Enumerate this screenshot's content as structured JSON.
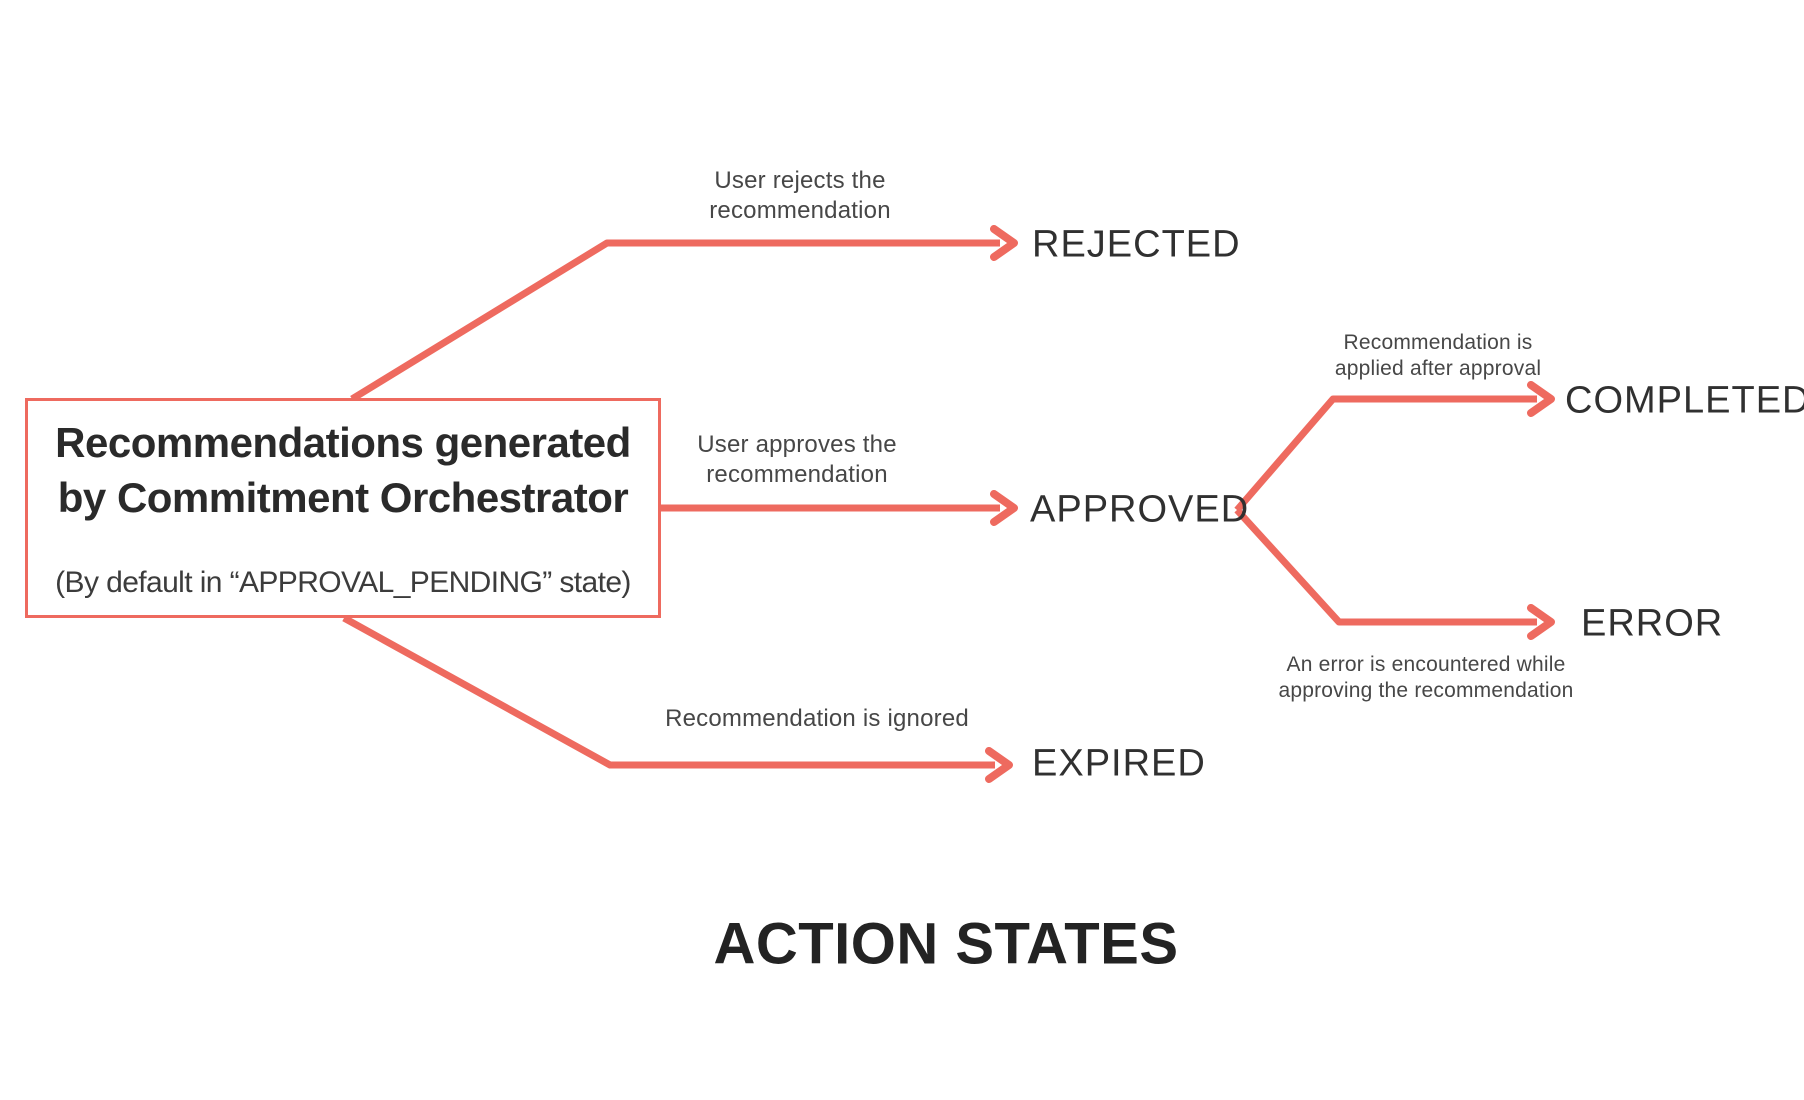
{
  "title": "ACTION STATES",
  "colors": {
    "accent": "#ee6a5f",
    "state_text": "#303030",
    "label_text": "#474747",
    "title_text": "#232323"
  },
  "box": {
    "title_line1": "Recommendations generated",
    "title_line2": "by Commitment Orchestrator",
    "subtitle": "(By default in “APPROVAL_PENDING” state)"
  },
  "states": {
    "rejected": "REJECTED",
    "approved": "APPROVED",
    "completed": "COMPLETED",
    "error": "ERROR",
    "expired": "EXPIRED"
  },
  "edges": {
    "reject": {
      "line1": "User rejects the",
      "line2": "recommendation"
    },
    "approve": {
      "line1": "User approves the",
      "line2": "recommendation"
    },
    "complete": {
      "line1": "Recommendation is",
      "line2": "applied after approval"
    },
    "fail": {
      "line1": "An error is encountered while",
      "line2": "approving the recommendation"
    },
    "expire": {
      "line1": "Recommendation is ignored"
    }
  }
}
